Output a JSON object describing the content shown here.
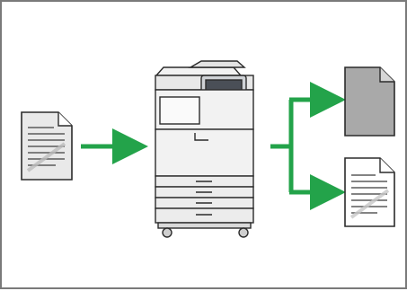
{
  "diagram": {
    "description_free": true,
    "nodes": [
      {
        "id": "original",
        "icon": "document-with-watermark-icon"
      },
      {
        "id": "device",
        "icon": "multifunction-printer-icon"
      },
      {
        "id": "output-blank",
        "icon": "blank-gray-page-icon"
      },
      {
        "id": "output-text",
        "icon": "document-with-watermark-icon"
      }
    ],
    "edges": [
      {
        "from": "original",
        "to": "device"
      },
      {
        "from": "device",
        "to": "output-blank"
      },
      {
        "from": "device",
        "to": "output-text"
      }
    ]
  },
  "colors": {
    "arrow": "#23a34a",
    "outline": "#2b2b2b",
    "paper_gray": "#a9a9a9",
    "printer_body": "#f2f2f2",
    "panel_dark": "#4a4f57",
    "frame": "#7a7a7a"
  }
}
